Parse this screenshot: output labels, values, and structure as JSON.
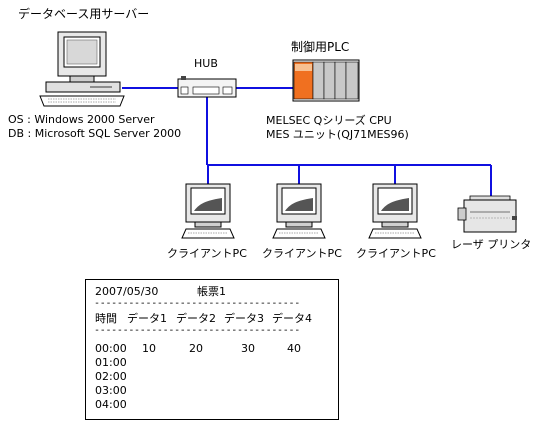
{
  "db_server": {
    "label": "データベース用サーバー",
    "os_line": "OS : Windows 2000 Server",
    "db_line": "DB : Microsoft SQL Server 2000"
  },
  "hub": {
    "label": "HUB"
  },
  "plc": {
    "label": "制御用PLC",
    "cpu_line": "MELSEC Qシリーズ CPU",
    "unit_line": "MES ユニット(QJ71MES96)"
  },
  "clients": [
    {
      "label": "クライアントPC"
    },
    {
      "label": "クライアントPC"
    },
    {
      "label": "クライアントPC"
    }
  ],
  "printer": {
    "label": "レーザ プリンタ"
  },
  "report": {
    "date": "2007/05/30",
    "title": "帳票1",
    "separator": "------------------------------------",
    "headers": [
      "時間",
      "データ1",
      "データ2",
      "データ3",
      "データ4"
    ],
    "rows": [
      {
        "time": "00:00",
        "values": [
          "10",
          "20",
          "30",
          "40"
        ]
      },
      {
        "time": "01:00",
        "values": [
          "",
          "",
          "",
          ""
        ]
      },
      {
        "time": "02:00",
        "values": [
          "",
          "",
          "",
          ""
        ]
      },
      {
        "time": "03:00",
        "values": [
          "",
          "",
          "",
          ""
        ]
      },
      {
        "time": "04:00",
        "values": [
          "",
          "",
          "",
          ""
        ]
      }
    ]
  },
  "colors": {
    "network_line": "#1010e0",
    "plc_cpu": "#f07020",
    "plc_module": "#c8c8c8"
  }
}
